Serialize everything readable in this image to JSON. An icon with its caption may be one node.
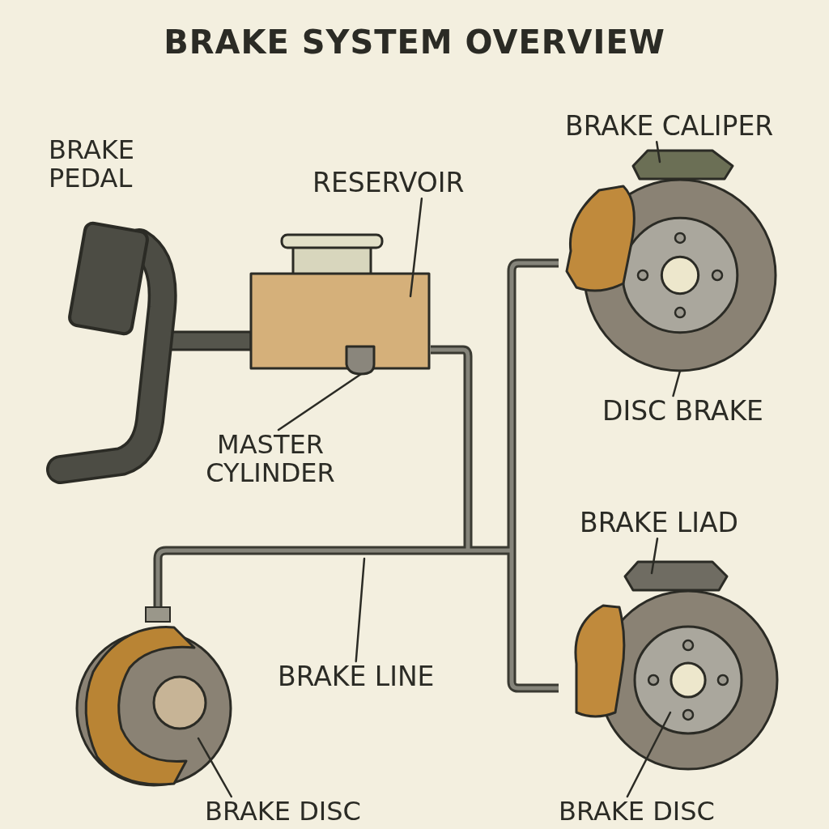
{
  "diagram": {
    "title": "BRAKE SYSTEM OVERVIEW",
    "nodes": [
      {
        "text": [
          "RESERVOIR"
        ]
      },
      {
        "text": [],
        "shape": "box"
      },
      {
        "text": [
          "BRAKE CALIPER"
        ]
      },
      {
        "text": [],
        "shape": "box"
      },
      {
        "text": [
          "MASTER CYLINDER"
        ]
      },
      {
        "text": [],
        "shape": "box"
      },
      {
        "text": [
          "DISC BRAKE"
        ]
      },
      {
        "text": [],
        "shape": "circle"
      },
      {
        "text": [
          "BRAKE LIAD"
        ]
      },
      {
        "text": [],
        "shape": "box"
      },
      {
        "text": [
          "BRAKE LINE"
        ]
      },
      {
        "text": [
          "BRAKE DISC"
        ]
      },
      {
        "text": [],
        "shape": "circle"
      },
      {
        "text": [
          "BRAKE DISC"
        ]
      },
      {
        "text": [],
        "shape": "circle"
      }
    ],
    "edges": [
      {
        "from": 0,
        "to": 1,
        "arrow": "none"
      },
      {
        "from": 2,
        "to": 3,
        "arrow": "none"
      },
      {
        "from": 4,
        "to": 5,
        "arrow": "none"
      },
      {
        "from": 6,
        "to": 7,
        "arrow": "none"
      },
      {
        "from": 8,
        "to": 9,
        "arrow": "none"
      },
      {
        "from": 10,
        "to": null,
        "arrow": "none"
      },
      {
        "from": 11,
        "to": 12,
        "arrow": "none"
      },
      {
        "from": 13,
        "to": 14,
        "arrow": "none"
      }
    ],
    "labels": [
      "BRAKE PEDAL"
    ]
  }
}
